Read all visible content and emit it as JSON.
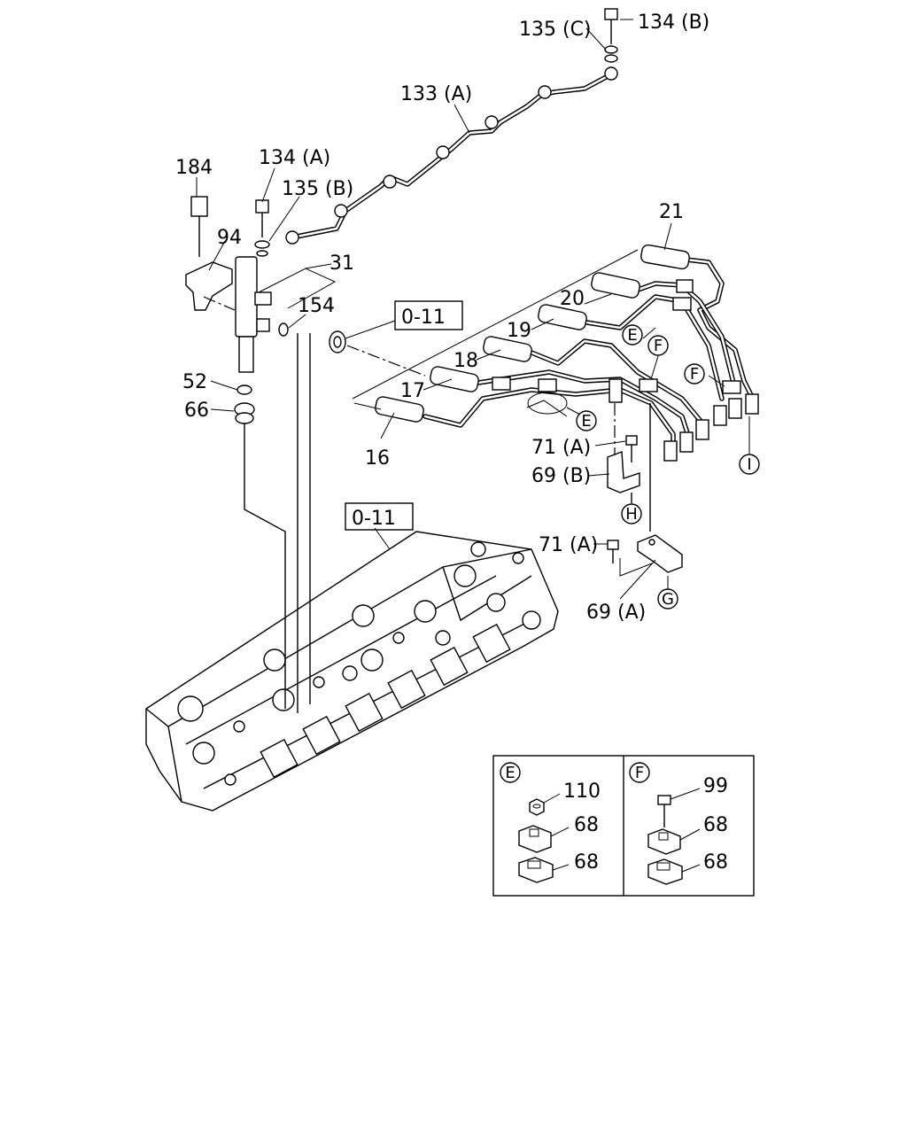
{
  "callouts": {
    "c184": "184",
    "c94": "94",
    "c134a": "134 (A)",
    "c135b": "135 (B)",
    "c31": "31",
    "c154": "154",
    "c52": "52",
    "c66": "66",
    "c133a": "133 (A)",
    "c135c": "135 (C)",
    "c134b": "134 (B)",
    "c21": "21",
    "c20": "20",
    "c19": "19",
    "c18": "18",
    "c17": "17",
    "c16": "16",
    "c71a_upper": "71 (A)",
    "c69b": "69 (B)",
    "c71a_lower": "71 (A)",
    "c69a": "69 (A)"
  },
  "refs": {
    "ref_upper": "0-11",
    "ref_lower": "0-11"
  },
  "circle_markers": {
    "e1": "E",
    "e2": "E",
    "f1": "F",
    "f2": "F",
    "h": "H",
    "g": "G",
    "i": "I"
  },
  "detail_box": {
    "panel_e": {
      "tag": "E",
      "items": [
        "110",
        "68",
        "68"
      ]
    },
    "panel_f": {
      "tag": "F",
      "items": [
        "99",
        "68",
        "68"
      ]
    }
  }
}
